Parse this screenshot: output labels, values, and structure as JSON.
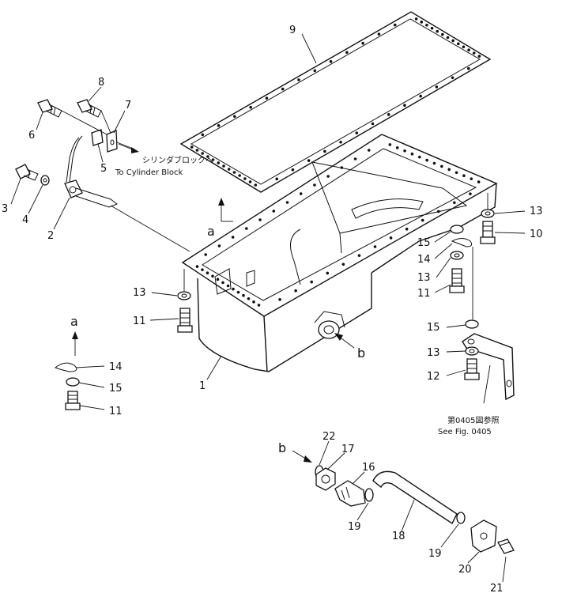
{
  "callouts": {
    "c1": "1",
    "c2": "2",
    "c3": "3",
    "c4": "4",
    "c5": "5",
    "c6": "6",
    "c7": "7",
    "c8": "8",
    "c9": "9",
    "c10": "10",
    "c11a": "11",
    "c11b": "11",
    "c11c": "11",
    "c12": "12",
    "c13a": "13",
    "c13b": "13",
    "c13c": "13",
    "c13d": "13",
    "c14a": "14",
    "c14b": "14",
    "c15a": "15",
    "c15b": "15",
    "c15c": "15",
    "c16": "16",
    "c17": "17",
    "c18": "18",
    "c19a": "19",
    "c19b": "19",
    "c20": "20",
    "c21": "21",
    "c22": "22"
  },
  "views": {
    "a1": "a",
    "a2": "a",
    "b1": "b",
    "b2": "b"
  },
  "notes": {
    "cyl_jp": "シリンダブロックへ",
    "cyl_en": "To Cylinder Block",
    "fig_jp": "第0405図参照",
    "fig_en": "See Fig. 0405"
  }
}
